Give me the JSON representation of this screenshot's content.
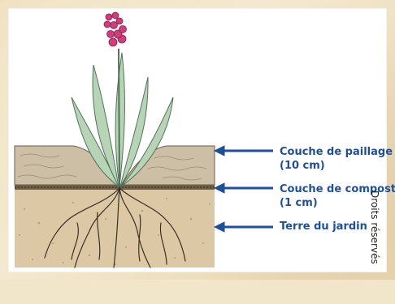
{
  "labels": {
    "mulch": "Couche de paillage",
    "mulch_depth": "(10 cm)",
    "compost": "Couche de compost",
    "compost_depth": "(1 cm)",
    "soil": "Terre du jardin"
  },
  "copyright": "Droits réservés",
  "colors": {
    "label_blue": "#1f4f9a",
    "flower_pink": "#cc3f7a",
    "leaf_green": "#b8d4b7",
    "soil_tan": "#dcc8a4"
  }
}
